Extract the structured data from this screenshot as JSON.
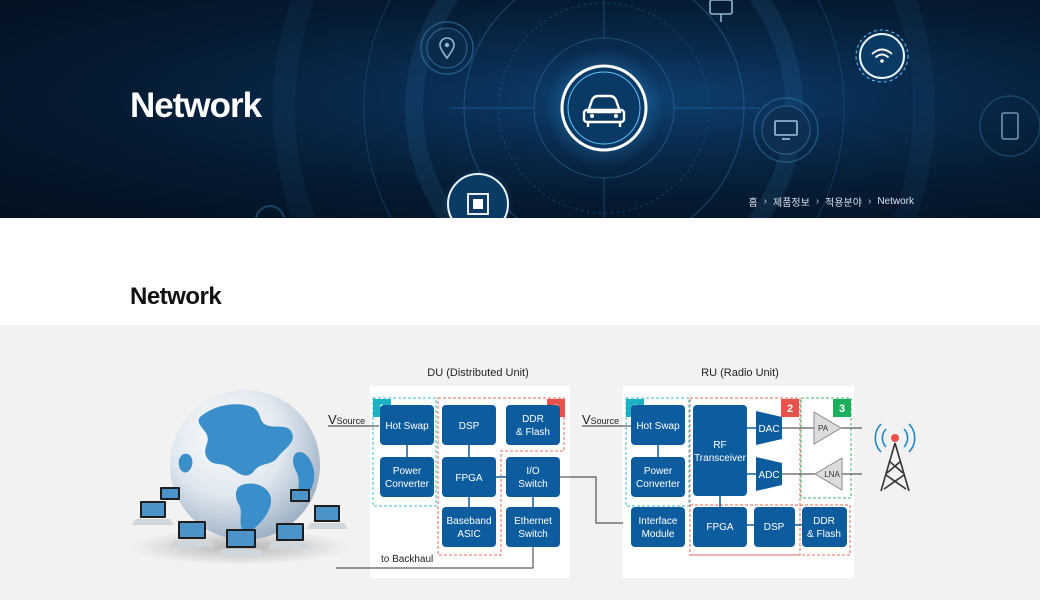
{
  "hero": {
    "title": "Network",
    "breadcrumb": [
      "홈",
      "제품정보",
      "적용분야",
      "Network"
    ]
  },
  "section": {
    "title": "Network"
  },
  "du": {
    "title": "DU (Distributed Unit)",
    "vsource_v": "V",
    "vsource_sub": "Source",
    "blocks": {
      "hot_swap": "Hot Swap",
      "power1": "Power",
      "power2": "Converter",
      "dsp": "DSP",
      "ddr1": "DDR",
      "ddr2": "& Flash",
      "fpga": "FPGA",
      "io1": "I/O",
      "io2": "Switch",
      "asic1": "Baseband",
      "asic2": "ASIC",
      "eth1": "Ethernet",
      "eth2": "Switch"
    },
    "badge1": "1",
    "badge2": "2",
    "backhaul": "to Backhaul"
  },
  "ru": {
    "title": "RU (Radio Unit)",
    "vsource_v": "V",
    "vsource_sub": "Source",
    "blocks": {
      "hot_swap": "Hot Swap",
      "power1": "Power",
      "power2": "Converter",
      "rf1": "RF",
      "rf2": "Transceiver",
      "dac": "DAC",
      "adc": "ADC",
      "pa": "PA",
      "lna": "LNA",
      "iface1": "Interface",
      "iface2": "Module",
      "fpga": "FPGA",
      "dsp": "DSP",
      "ddr1": "DDR",
      "ddr2": "& Flash"
    },
    "badge1": "1",
    "badge2": "2",
    "badge3": "3"
  },
  "icons": [
    "globe-icon",
    "laptop-icon",
    "cell-tower-icon",
    "car-icon",
    "wifi-icon",
    "monitor-icon",
    "location-icon",
    "chip-icon",
    "phone-icon"
  ],
  "colors": {
    "block": "#0d5c9e",
    "badge_teal": "#1ab2c3",
    "badge_red": "#e8524a",
    "badge_green": "#1cae5c",
    "dash_teal": "#3fb8c8",
    "dash_red": "#e8665e",
    "dash_green": "#3cb06a"
  }
}
